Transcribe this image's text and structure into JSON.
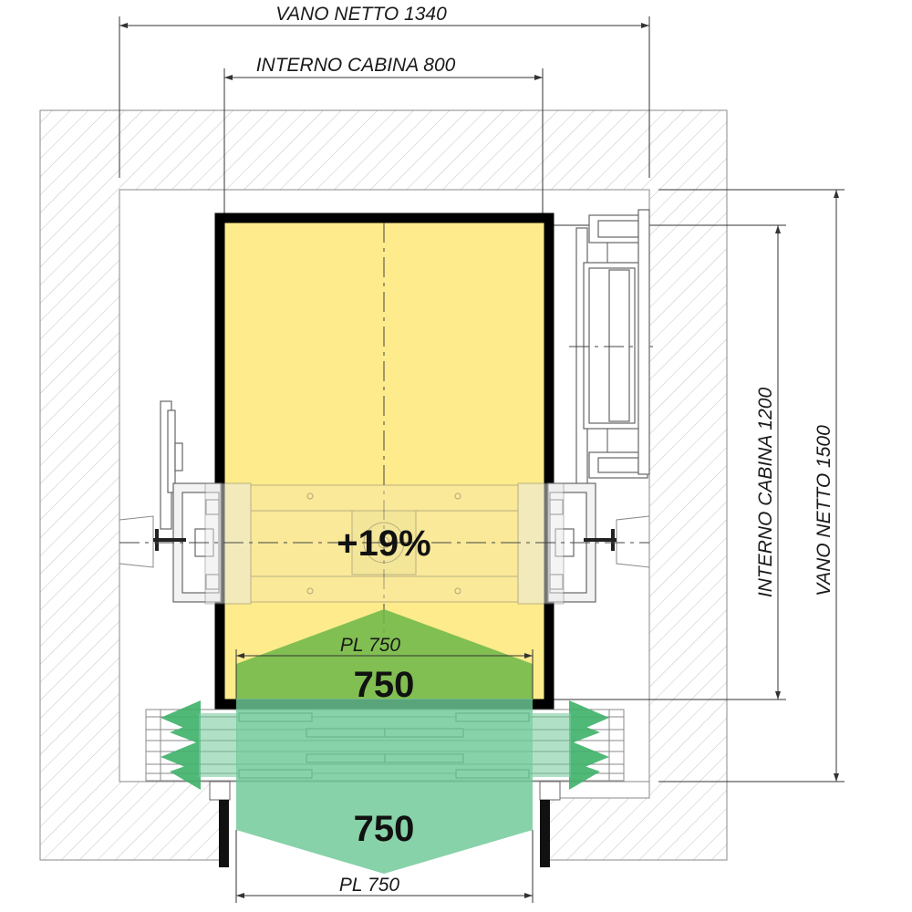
{
  "dimensions": {
    "shaft_width": "VANO NETTO 1340",
    "cabin_width": "INTERNO CABINA 800",
    "cabin_depth": "INTERNO CABINA 1200",
    "shaft_depth": "VANO NETTO 1500"
  },
  "badge": {
    "percent": "+19%"
  },
  "doors": {
    "pl_top": "PL 750",
    "pl_bottom": "PL 750",
    "value_top": "750",
    "value_bottom": "750"
  },
  "colors": {
    "cabin_fill": "#fdeb8c",
    "cabin_wall": "#000000",
    "green_strong": "#6fb84a",
    "green_light": "#6cc896",
    "green_arrow": "#3fb26a",
    "hatch": "#bdbdbd"
  }
}
